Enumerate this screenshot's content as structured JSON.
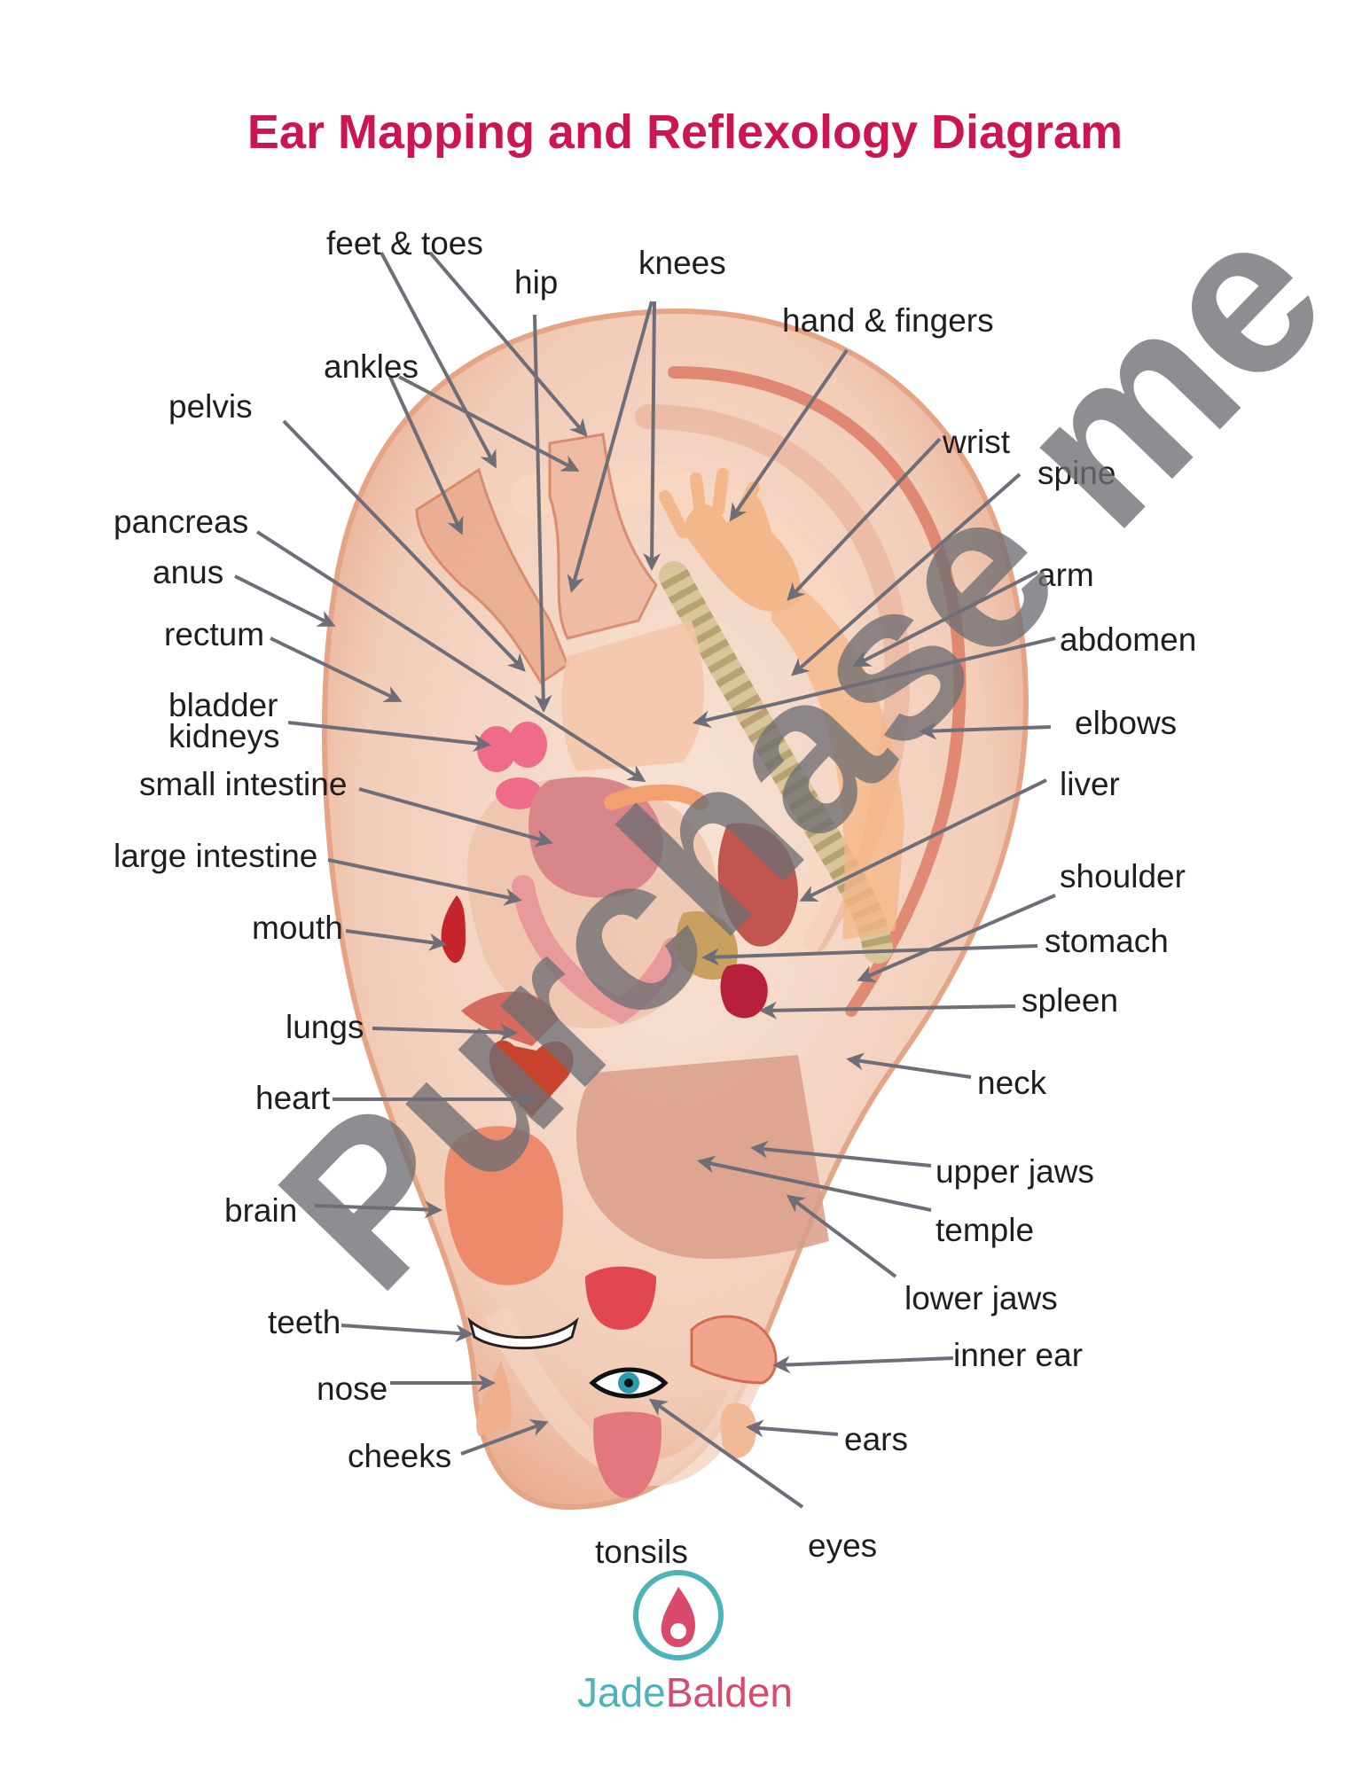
{
  "title": "Ear Mapping and Reflexology Diagram",
  "labels": [
    {
      "id": "feet-toes",
      "text": "feet & toes"
    },
    {
      "id": "hip",
      "text": "hip"
    },
    {
      "id": "knees",
      "text": "knees"
    },
    {
      "id": "hand-fingers",
      "text": "hand & fingers"
    },
    {
      "id": "ankles",
      "text": "ankles"
    },
    {
      "id": "pelvis",
      "text": "pelvis"
    },
    {
      "id": "wrist",
      "text": "wrist"
    },
    {
      "id": "spine",
      "text": "spine"
    },
    {
      "id": "pancreas",
      "text": "pancreas"
    },
    {
      "id": "anus",
      "text": "anus"
    },
    {
      "id": "arm",
      "text": "arm"
    },
    {
      "id": "rectum",
      "text": "rectum"
    },
    {
      "id": "abdomen",
      "text": "abdomen"
    },
    {
      "id": "bladder",
      "text": "bladder"
    },
    {
      "id": "kidneys",
      "text": "kidneys"
    },
    {
      "id": "elbows",
      "text": "elbows"
    },
    {
      "id": "small-intestine",
      "text": "small intestine"
    },
    {
      "id": "liver",
      "text": "liver"
    },
    {
      "id": "large-intestine",
      "text": "large intestine"
    },
    {
      "id": "shoulder",
      "text": "shoulder"
    },
    {
      "id": "mouth",
      "text": "mouth"
    },
    {
      "id": "stomach",
      "text": "stomach"
    },
    {
      "id": "spleen",
      "text": "spleen"
    },
    {
      "id": "lungs",
      "text": "lungs"
    },
    {
      "id": "neck",
      "text": "neck"
    },
    {
      "id": "heart",
      "text": "heart"
    },
    {
      "id": "upper-jaws",
      "text": "upper jaws"
    },
    {
      "id": "brain",
      "text": "brain"
    },
    {
      "id": "temple",
      "text": "temple"
    },
    {
      "id": "lower-jaws",
      "text": "lower jaws"
    },
    {
      "id": "teeth",
      "text": "teeth"
    },
    {
      "id": "inner-ear",
      "text": "inner ear"
    },
    {
      "id": "nose",
      "text": "nose"
    },
    {
      "id": "ears",
      "text": "ears"
    },
    {
      "id": "cheeks",
      "text": "cheeks"
    },
    {
      "id": "tonsils",
      "text": "tonsils"
    },
    {
      "id": "eyes",
      "text": "eyes"
    }
  ],
  "watermark": "Purchase me",
  "brand": {
    "first": "Jade",
    "second": "Balden"
  },
  "colors": {
    "title": "#cc1654",
    "arrow": "#6e6e78",
    "ear_skin": "#f6d7c3",
    "ear_rim": "#e79e7f",
    "brand_teal": "#4bb3b9",
    "brand_pink": "#d94a6a"
  },
  "icons": [
    "ear-icon",
    "feet-icon",
    "spine-icon",
    "hand-icon",
    "kidney-icon",
    "intestine-icon",
    "liver-icon",
    "stomach-icon",
    "spleen-icon",
    "lips-icon",
    "lung-icon",
    "heart-icon",
    "brain-icon",
    "tongue-mouth-icon",
    "teeth-icon",
    "nose-icon",
    "eye-icon",
    "open-mouth-icon",
    "inner-ear-icon",
    "small-ear-icon",
    "brand-logo-icon"
  ]
}
